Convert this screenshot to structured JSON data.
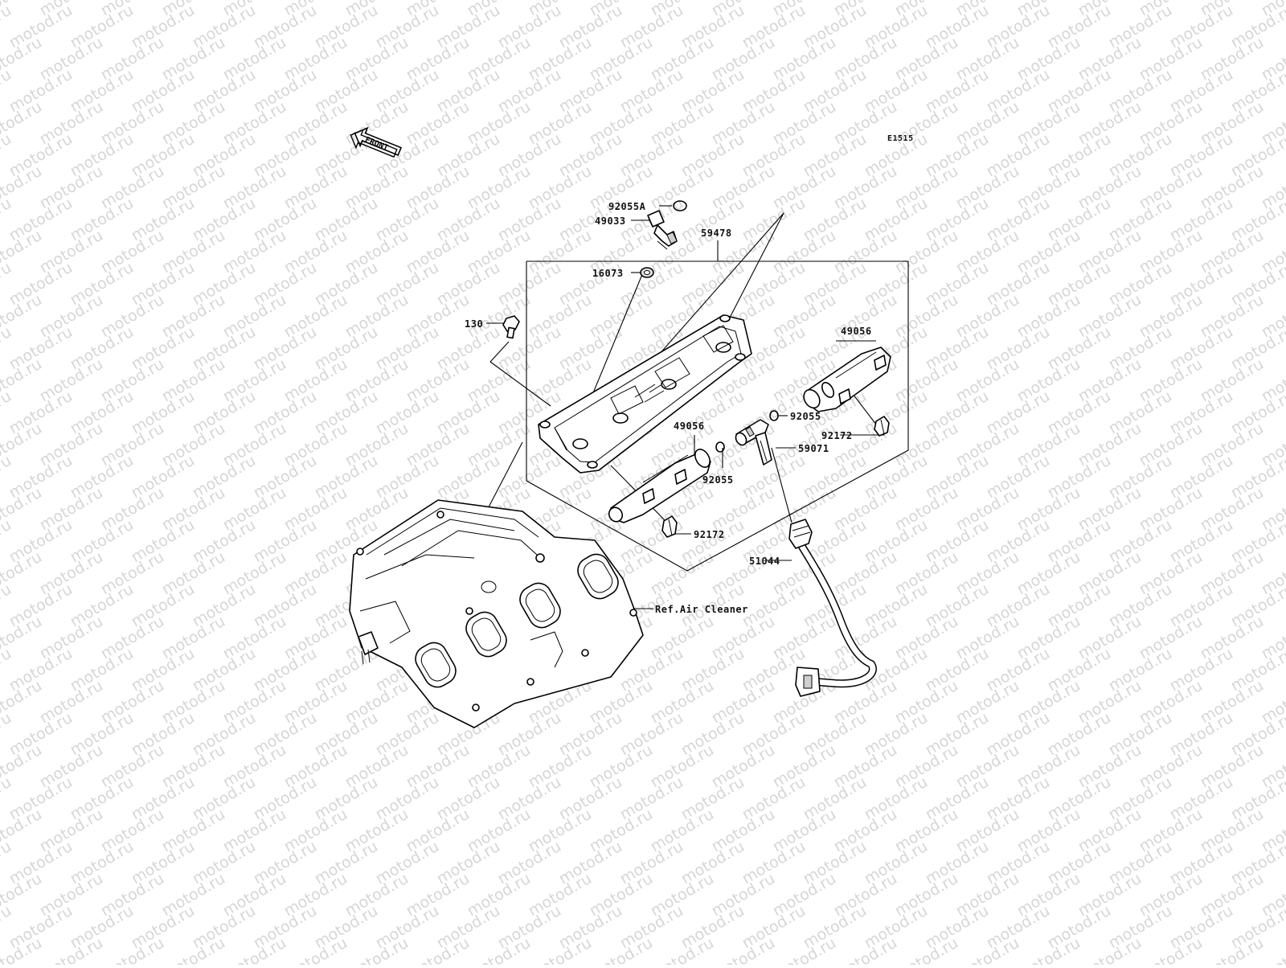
{
  "watermark": "motod.ru",
  "diagram_code": "E1515",
  "front_arrow_label": "FRONT",
  "callouts": {
    "assembly": "59478",
    "oring_a": "92055A",
    "sensor": "49033",
    "washer": "16073",
    "bolt": "130",
    "injector_right": "49056",
    "oring_right": "92055",
    "screw_right": "92172",
    "injector_left": "49056",
    "fitting": "59071",
    "oring_left": "92055",
    "screw_left": "92172",
    "fuel_hose": "51044",
    "reference": "Ref.Air Cleaner"
  }
}
